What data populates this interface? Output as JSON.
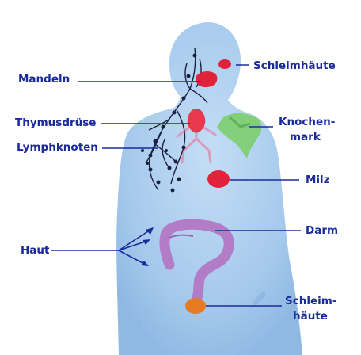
{
  "labels": {
    "mandeln": "Mandeln",
    "thymusdruese": "Thymusdrüse",
    "lymphknoten": "Lymphknoten",
    "haut": "Haut",
    "schleimhaeute_top": "Schleimhäute",
    "knochenmark_1": "Knochen-",
    "knochenmark_2": "mark",
    "milz": "Milz",
    "darm": "Darm",
    "schleimhaeute_bottom_1": "Schleim-",
    "schleimhaeute_bottom_2": "häute"
  },
  "colors": {
    "label_text": "#1a2b9a",
    "leader_line": "#1a2b9a",
    "body_fill": "#a9cdee",
    "organ_red": "#e0233a",
    "thymus_pink": "#e8394e",
    "bone_marrow_green": "#7fcf74",
    "intestine_purple": "#b27cc6",
    "lymph_vessels": "#1c2040",
    "lymph_branches_pink": "#d99bc0"
  }
}
